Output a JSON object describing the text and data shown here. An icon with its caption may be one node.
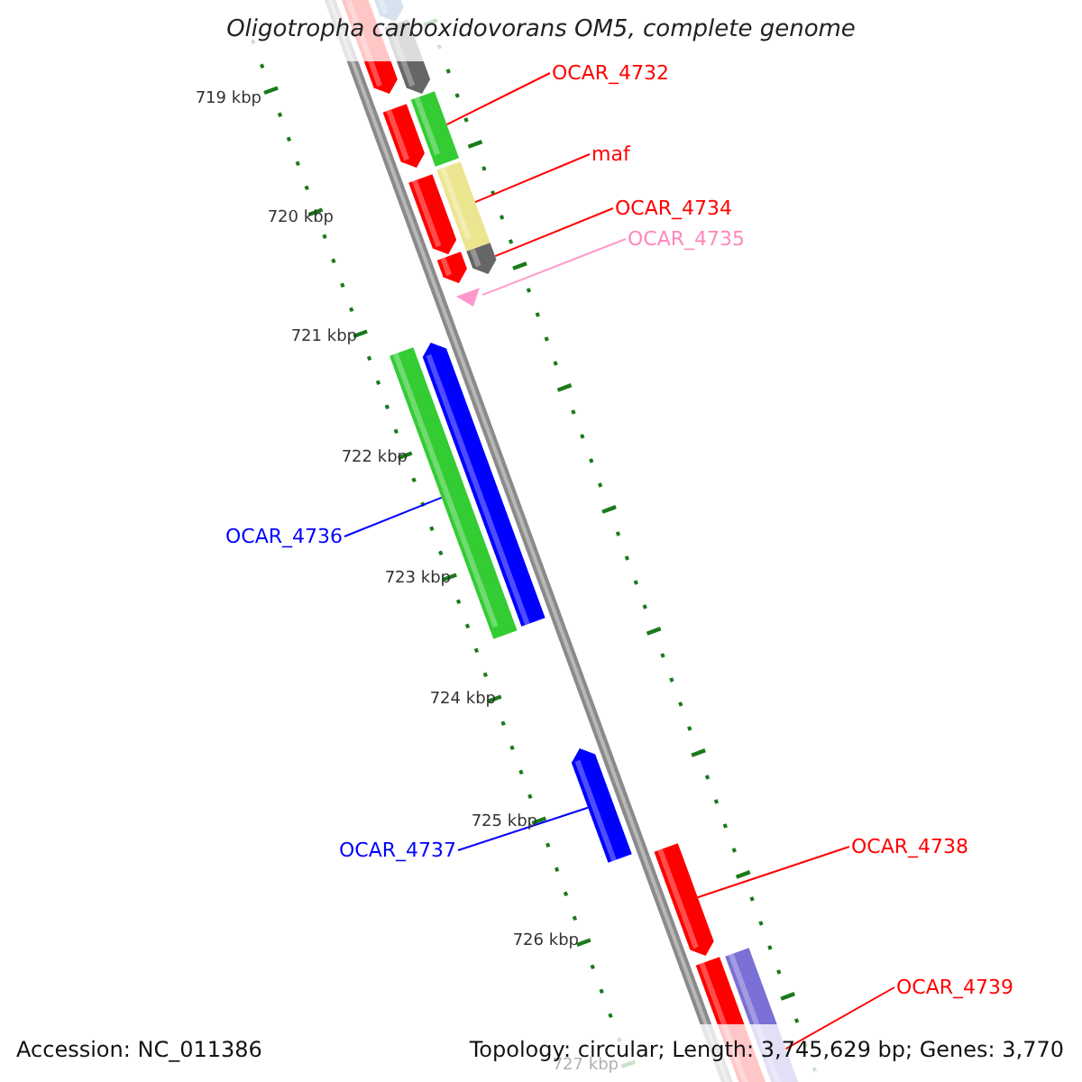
{
  "diagram": {
    "title": "Oligotropha carboxidovorans OM5, complete genome",
    "nodes": [
      {
        "text": [
          "OCAR_4732"
        ]
      },
      {
        "text": [
          "maf"
        ]
      },
      {
        "text": [
          "OCAR_4734"
        ]
      },
      {
        "text": [
          "OCAR_4735"
        ]
      },
      {
        "text": [
          "OCAR_4736"
        ]
      },
      {
        "text": [
          "OCAR_4737"
        ]
      },
      {
        "text": [
          "OCAR_4738"
        ]
      },
      {
        "text": [
          "OCAR_4739"
        ]
      },
      {
        "text": [],
        "shape": "bar"
      },
      {
        "text": [],
        "shape": "bar"
      },
      {
        "text": [],
        "shape": "bar"
      },
      {
        "text": [],
        "shape": "bar"
      },
      {
        "text": [],
        "shape": "bar"
      },
      {
        "text": [],
        "shape": "bar"
      },
      {
        "text": [],
        "shape": "bar"
      },
      {
        "text": [],
        "shape": "bar"
      },
      {
        "text": [],
        "shape": "bar"
      },
      {
        "text": [],
        "shape": "bar"
      },
      {
        "text": [],
        "shape": "bar"
      },
      {
        "text": [],
        "shape": "bar"
      },
      {
        "text": [],
        "shape": "bar"
      },
      {
        "text": [],
        "shape": "bar"
      },
      {
        "text": [],
        "shape": "bar"
      },
      {
        "text": [],
        "shape": "bar"
      }
    ],
    "edges": [
      {
        "from": 0,
        "to": 11,
        "arrow": "none"
      },
      {
        "from": 1,
        "to": 13,
        "arrow": "none"
      },
      {
        "from": 2,
        "to": 15,
        "arrow": "none"
      },
      {
        "from": 3,
        "to": 17,
        "arrow": "none",
        "color": "#ff99cc"
      },
      {
        "from": 4,
        "to": 19,
        "arrow": "none",
        "color": "#0000ff"
      },
      {
        "from": 5,
        "to": 20,
        "arrow": "none",
        "color": "#0000ff"
      },
      {
        "from": 6,
        "to": 21,
        "arrow": "none"
      },
      {
        "from": 7,
        "to": 22,
        "arrow": "none"
      }
    ],
    "labels": [
      "719 kbp",
      "720 kbp",
      "721 kbp",
      "722 kbp",
      "723 kbp",
      "724 kbp",
      "725 kbp",
      "726 kbp",
      "727 kbp",
      "Accession: NC_011386",
      "Topology: circular; Length: 3,745,629 bp; Genes: 3,770"
    ]
  }
}
